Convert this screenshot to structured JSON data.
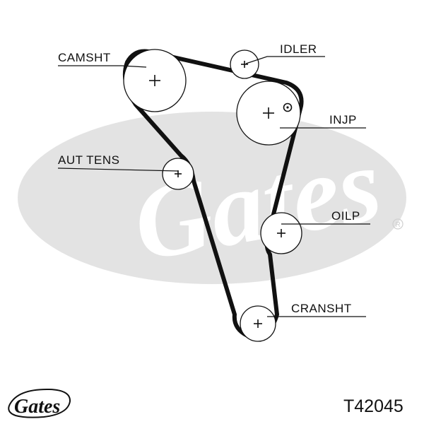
{
  "diagram": {
    "brand": "Gates",
    "part_number": "T42045",
    "labels": {
      "camsht": "CAMSHT",
      "idler": "IDLER",
      "injp": "INJP",
      "aut_tens": "AUT TENS",
      "oilp": "OILP",
      "cransht": "CRANSHT"
    },
    "colors": {
      "belt": "#111111",
      "watermark": "#e3e3e3",
      "text": "#111111"
    },
    "icons": {
      "registered": "registered-mark-icon",
      "logo": "gates-logo-icon"
    }
  }
}
